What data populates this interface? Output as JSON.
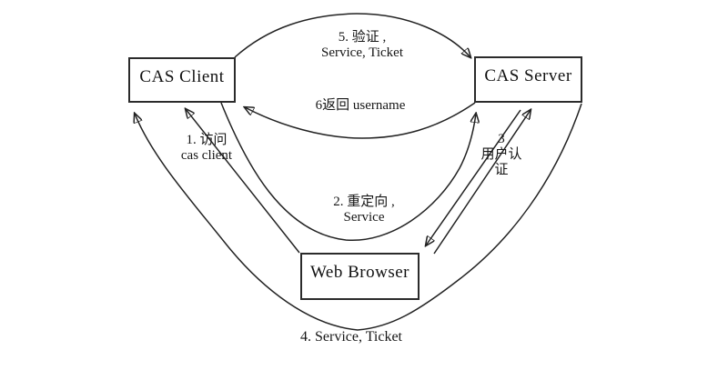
{
  "nodes": {
    "cas_client": {
      "label": "CAS Client"
    },
    "cas_server": {
      "label": "CAS Server"
    },
    "web_browser": {
      "label": "Web Browser"
    }
  },
  "arrows": {
    "step1": {
      "from": "Web Browser",
      "to": "CAS Client",
      "lines": [
        "1. 访问",
        "cas client"
      ]
    },
    "step2": {
      "from": "CAS Client",
      "to": "CAS Server",
      "lines": [
        "2. 重定向 ,",
        "Service"
      ]
    },
    "step3": {
      "from": "Web Browser",
      "to": "CAS Server",
      "lines": [
        "3",
        "用户认",
        "证"
      ]
    },
    "step3_response": {
      "from": "CAS Server",
      "to": "Web Browser",
      "lines": []
    },
    "step4": {
      "from": "CAS Server",
      "to": "CAS Client",
      "lines": [
        "4. Service, Ticket"
      ]
    },
    "step5": {
      "from": "CAS Client",
      "to": "CAS Server",
      "lines": [
        "5. 验证 ,",
        "Service, Ticket"
      ]
    },
    "step6": {
      "from": "CAS Server",
      "to": "CAS Client",
      "lines": [
        "6返回 username"
      ]
    }
  },
  "colors": {
    "background": "#ffffff",
    "line": "#222222",
    "text": "#161616"
  }
}
